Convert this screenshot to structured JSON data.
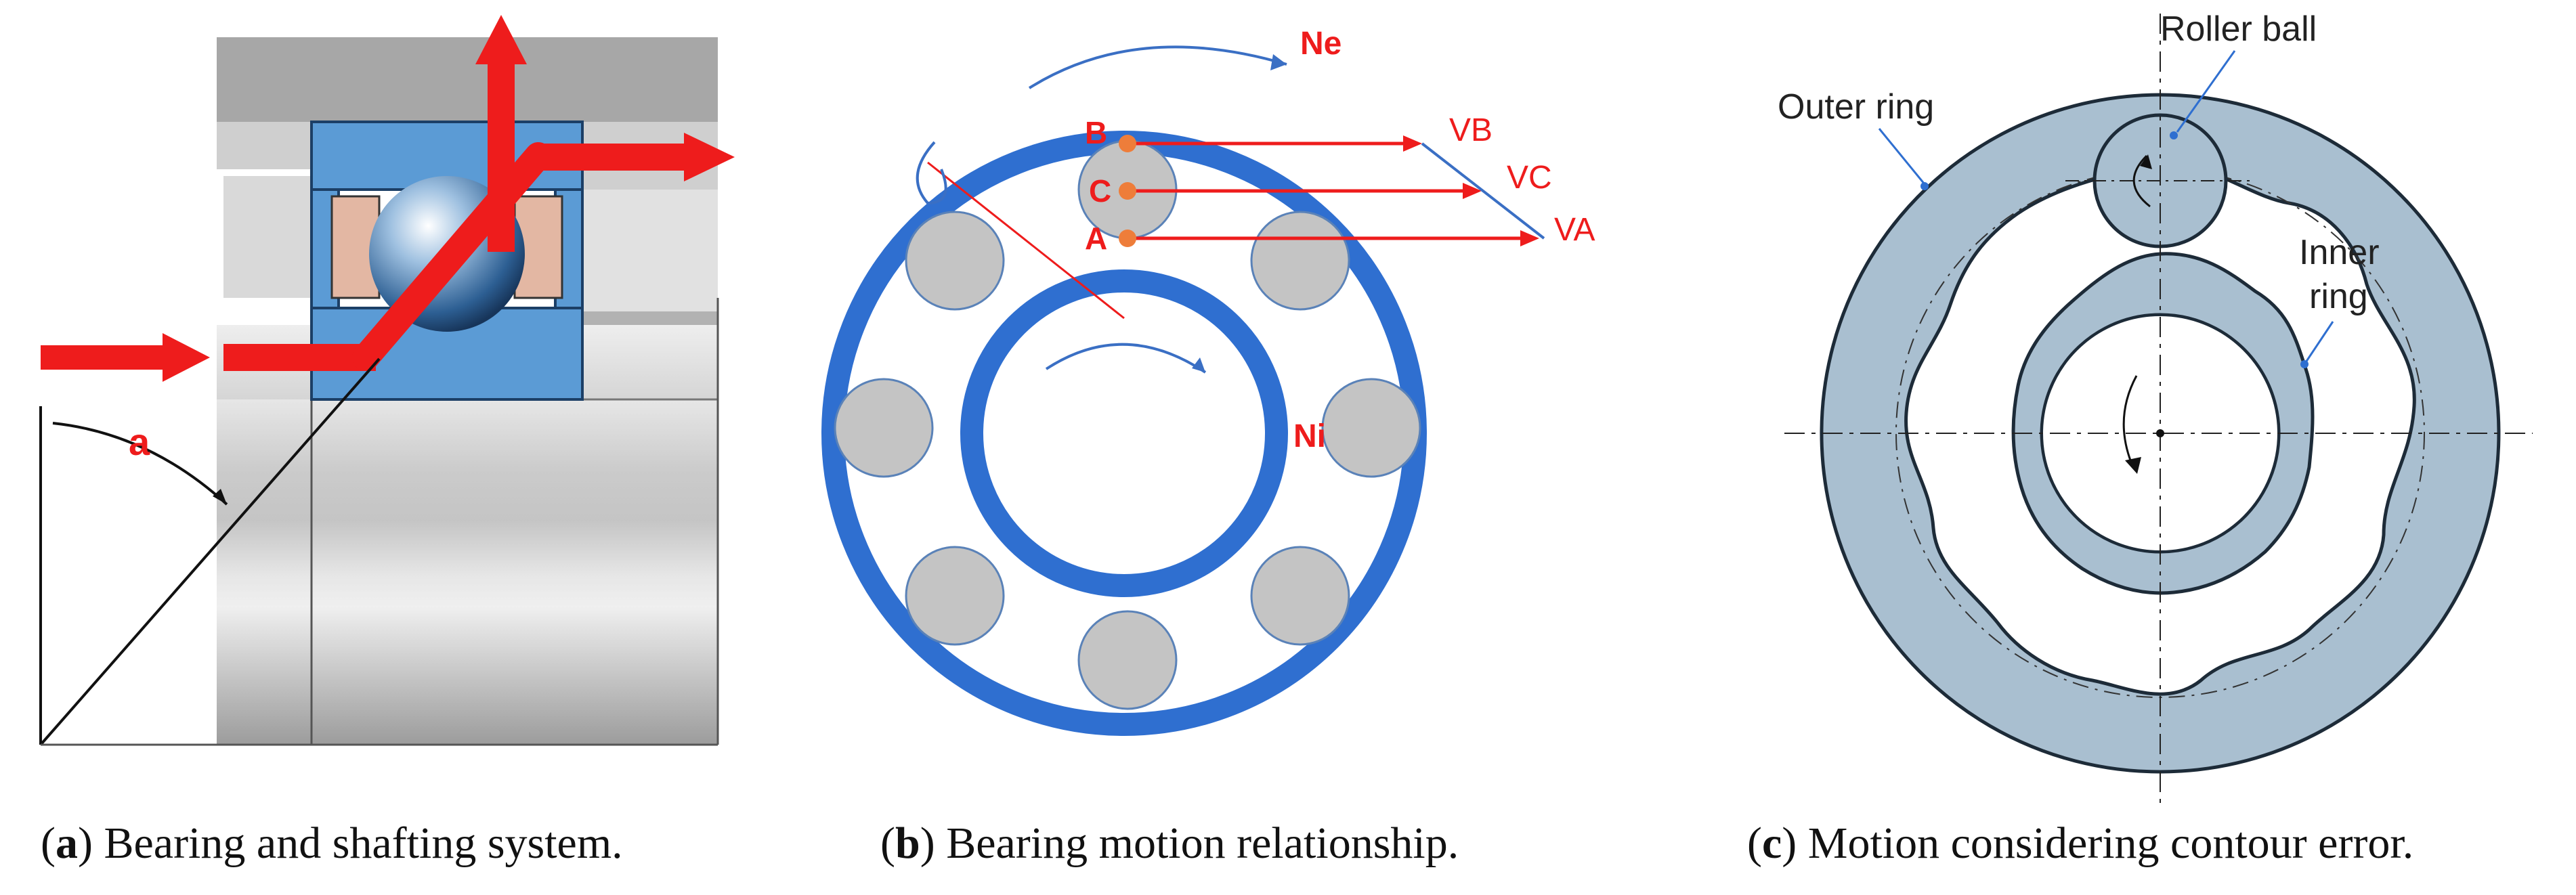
{
  "panel_a": {
    "caption_letter": "a",
    "caption_text": "Bearing and shafting system.",
    "angle_label": "a"
  },
  "panel_b": {
    "caption_letter": "b",
    "caption_text": "Bearing motion relationship.",
    "outer_speed_label": "Ne",
    "inner_speed_label": "Ni",
    "point_labels": [
      "B",
      "C",
      "A"
    ],
    "velocity_labels": [
      "VB",
      "VC",
      "VA"
    ]
  },
  "panel_c": {
    "caption_letter": "c",
    "caption_text": "Motion considering contour error.",
    "roller_ball_label": "Roller ball",
    "outer_ring_label": "Outer ring",
    "inner_ring_label_line1": "Inner",
    "inner_ring_label_line2": "ring"
  },
  "colors": {
    "red": "#ee1c1c",
    "blue": "#2f6fd0",
    "ring_gray_blue": "#a9bfd0",
    "ball_gray": "#c4c4c4"
  }
}
